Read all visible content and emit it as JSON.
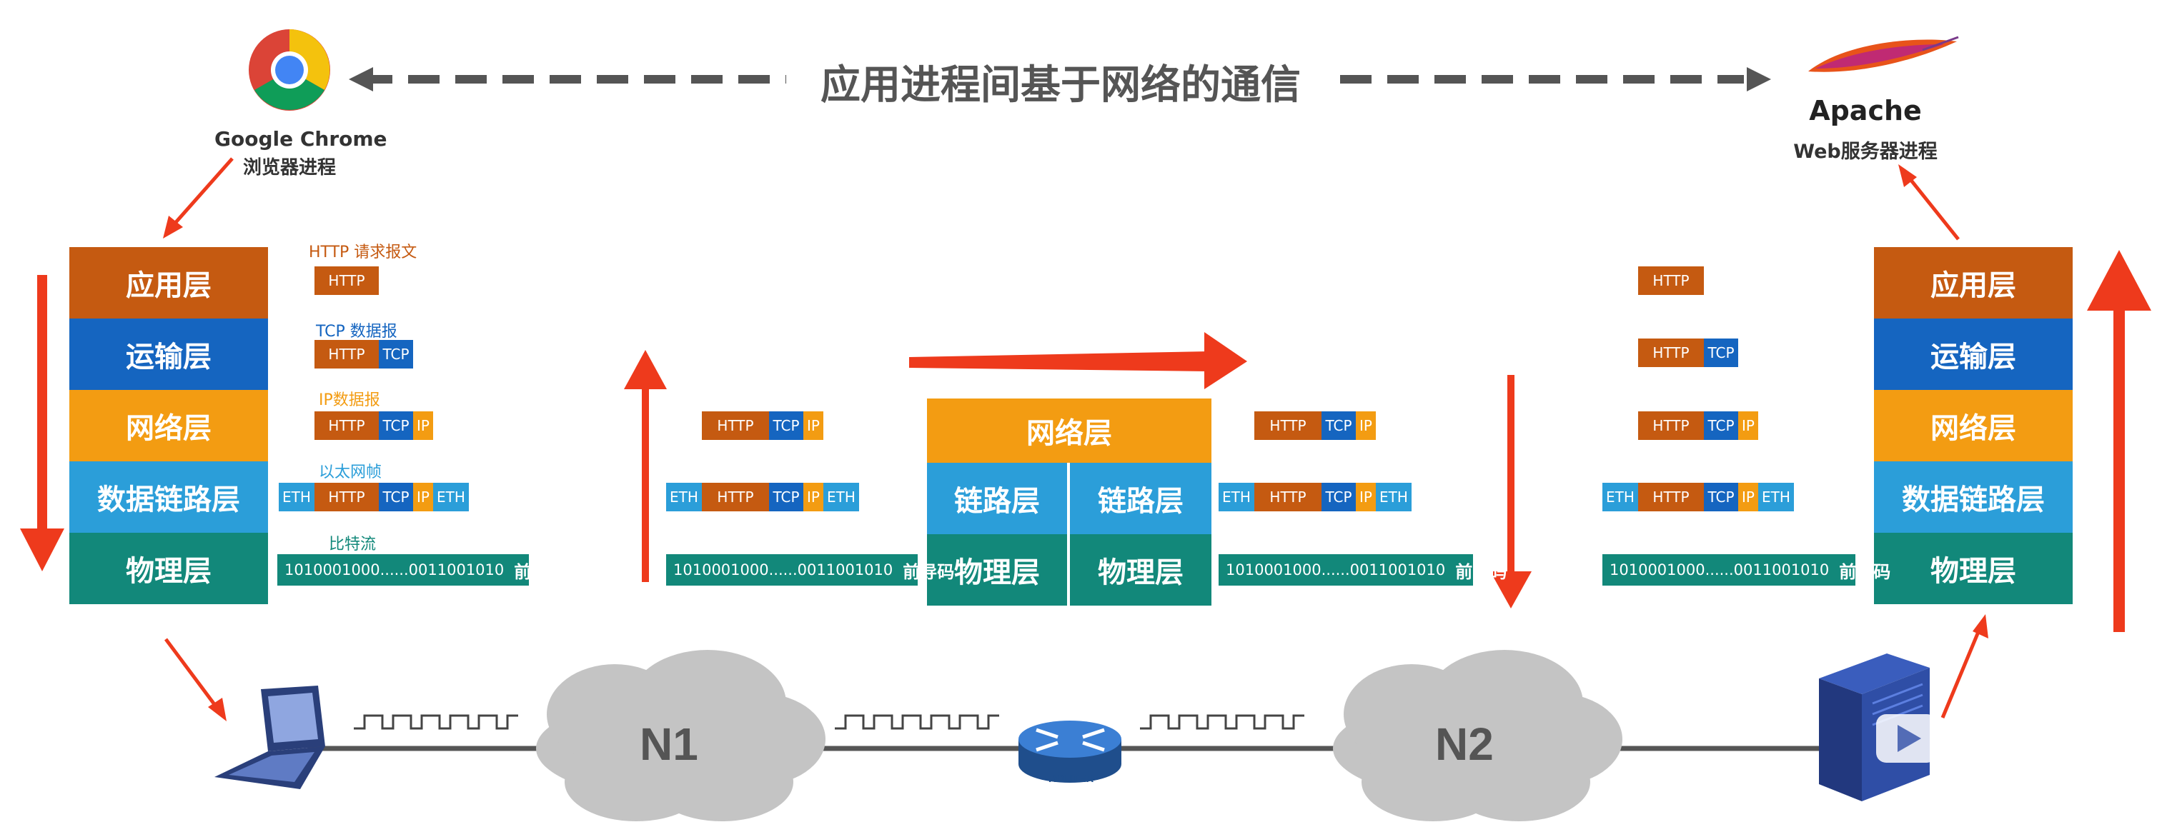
{
  "title": "应用进程间基于网络的通信",
  "client": {
    "app": "Google Chrome",
    "process": "浏览器进程"
  },
  "server": {
    "app": "Apache",
    "process": "Web服务器进程"
  },
  "layers": {
    "app": "应用层",
    "transport": "运输层",
    "network": "网络层",
    "datalink": "数据链路层",
    "physical": "物理层",
    "link": "链路层"
  },
  "pdu_labels": {
    "http_msg": "HTTP 请求报文",
    "tcp_seg": "TCP 数据报",
    "ip_dgram": "IP数据报",
    "eth_frame": "以太网帧",
    "bit_stream": "比特流"
  },
  "headers": {
    "http": "HTTP",
    "tcp": "TCP",
    "ip": "IP",
    "eth": "ETH"
  },
  "bits": {
    "stream": "1010001000......0011001010",
    "preamble": "前导码"
  },
  "network": {
    "n1": "N1",
    "n2": "N2",
    "router": "ROUTER"
  },
  "colors": {
    "app": "#c55a11",
    "transport": "#1565c0",
    "network": "#f39c12",
    "datalink": "#2b9ed9",
    "physical": "#12887a",
    "arrow": "#ee3a1c",
    "cloud": "#c4c4c4"
  },
  "icons": [
    "chrome-logo",
    "apache-feather-logo",
    "laptop-icon",
    "router-icon",
    "server-icon",
    "cloud-icon",
    "play-icon"
  ]
}
